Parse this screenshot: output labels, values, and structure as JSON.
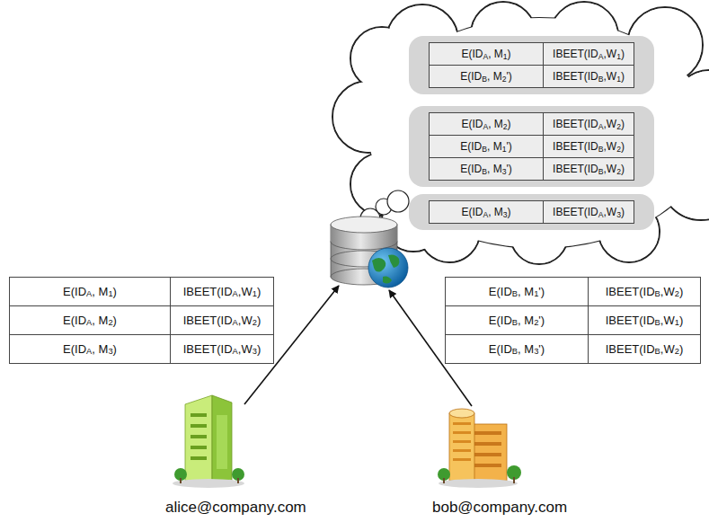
{
  "diagram": {
    "nodes": [
      {
        "text": [
          "E(IDA, M1)",
          "IBEET(IDA,W1)",
          "E(IDB, M2')",
          "IBEET(IDB,W1)"
        ]
      },
      {
        "text": [
          "E(IDA, M2)",
          "IBEET(IDA,W2)",
          "E(IDB, M1')",
          "IBEET(IDB,W2)",
          "E(IDB, M3')",
          "IBEET(IDB,W2)"
        ]
      },
      {
        "text": [
          "E(IDA, M3)",
          "IBEET(IDA,W3)"
        ]
      },
      {
        "text": [
          "E(IDA, M1)",
          "IBEET(IDA,W1)",
          "E(IDA, M2)",
          "IBEET(IDA,W2)",
          "E(IDA, M3)",
          "IBEET(IDA,W3)"
        ]
      },
      {
        "text": [
          "E(IDB, M1')",
          "IBEET(IDB,W2)",
          "E(IDB, M2')",
          "IBEET(IDB,W1)",
          "E(IDB, M3')",
          "IBEET(IDB,W2)"
        ]
      },
      {
        "text": [
          "alice@company.com"
        ]
      },
      {
        "text": [
          "bob@company.com"
        ]
      }
    ]
  }
}
